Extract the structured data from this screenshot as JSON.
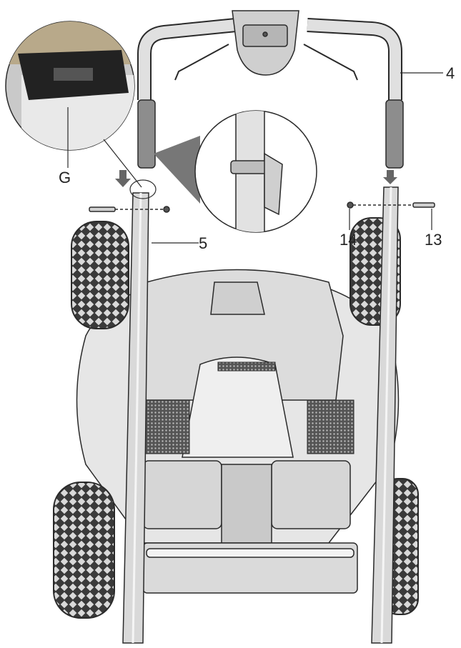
{
  "callouts": {
    "g": "G",
    "handle": "4",
    "lower_tube": "5",
    "nut": "14",
    "bolt": "13"
  },
  "colors": {
    "line": "#2a2a2a",
    "part_fill": "#e6e6e6",
    "part_dark": "#9a9a9a",
    "tyre": "#3a3a3a",
    "photo_bg": "#c9c9c9"
  }
}
